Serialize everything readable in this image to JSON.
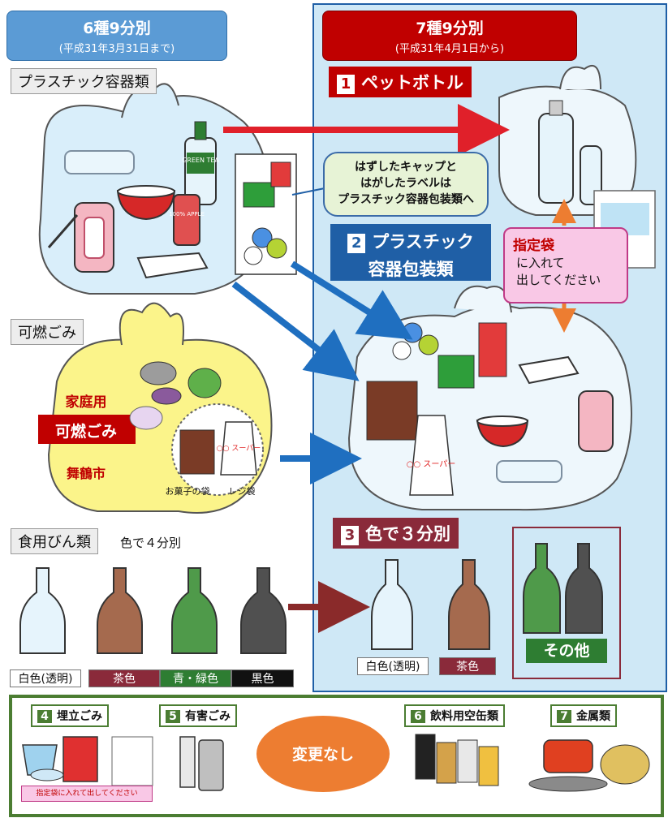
{
  "left_header": {
    "title": "6種9分別",
    "subtitle": "(平成31年3月31日まで)"
  },
  "right_header": {
    "title": "7種9分別",
    "subtitle": "(平成31年4月1日から)"
  },
  "left": {
    "plastic_label": "プラスチック容器類",
    "combustible_label": "可燃ごみ",
    "bag_text": {
      "line1": "家庭用",
      "line2": "可燃ごみ",
      "line3": "舞鶴市"
    },
    "snack_caption": "お菓子の袋",
    "shopping_caption": "レジ袋",
    "glass_label": "食用びん類",
    "glass_note": "色で４分別",
    "bottle_colors": [
      "白色(透明)",
      "茶色",
      "青・緑色",
      "黒色"
    ],
    "tea_label": "GREEN TEA",
    "juice_label": "100% APPLE"
  },
  "right": {
    "item1": {
      "num": "1",
      "label": "ペットボトル"
    },
    "item2": {
      "num": "2",
      "label_line1": "プラスチック",
      "label_line2": "容器包装類"
    },
    "item3": {
      "num": "3",
      "label": "色で３分別"
    },
    "bubble": {
      "line1": "はずしたキャップと",
      "line2": "はがしたラベルは",
      "line3": "プラスチック容器包装類へ"
    },
    "designated_bag": {
      "emph": "指定袋",
      "line2": "に入れて",
      "line3": "出してください"
    },
    "supermarket_text": "○○ スーパー",
    "bottle_colors": [
      "白色(透明)",
      "茶色"
    ],
    "other_label": "その他"
  },
  "bottom": {
    "items": [
      {
        "num": "4",
        "label": "埋立ごみ",
        "note": "指定袋に入れて出してください"
      },
      {
        "num": "5",
        "label": "有害ごみ"
      },
      {
        "num": "6",
        "label": "飲料用空缶類"
      },
      {
        "num": "7",
        "label": "金属類"
      }
    ],
    "unchanged": "変更なし"
  },
  "colors": {
    "red": "#c00000",
    "blue": "#1f5fa6",
    "green": "#4b7d32",
    "orange": "#ed7d31",
    "panel": "#cfe8f6"
  }
}
